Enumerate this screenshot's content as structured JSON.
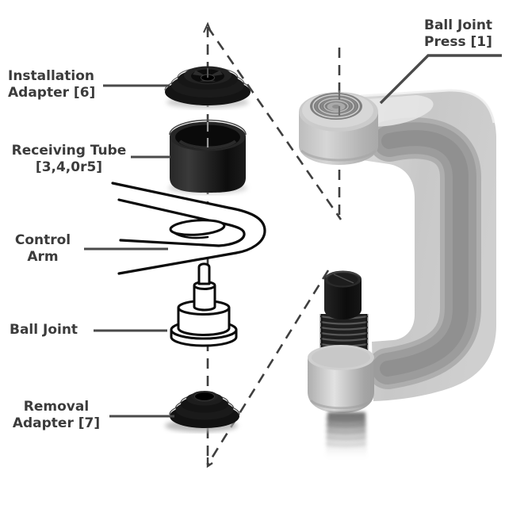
{
  "colors": {
    "background": "#ffffff",
    "label_text": "#3b3b3b",
    "leader_line": "#4a4a4a",
    "dashed_guide": "#3f3f3f",
    "black_parts": "#141414",
    "press_body_light": "#cccccc",
    "press_channel_dark": "#9c9c9c"
  },
  "labels": {
    "installation_adapter": {
      "lines": [
        "Installation",
        "Adapter [6]"
      ]
    },
    "receiving_tube": {
      "lines": [
        "Receiving Tube",
        "[3,4,0r5]"
      ]
    },
    "control_arm": {
      "lines": [
        "Control",
        "Arm"
      ]
    },
    "ball_joint": {
      "lines": [
        "Ball Joint"
      ]
    },
    "removal_adapter": {
      "lines": [
        "Removal",
        "Adapter [7]"
      ]
    },
    "ball_joint_press": {
      "lines": [
        "Ball Joint",
        "Press [1]"
      ]
    }
  }
}
